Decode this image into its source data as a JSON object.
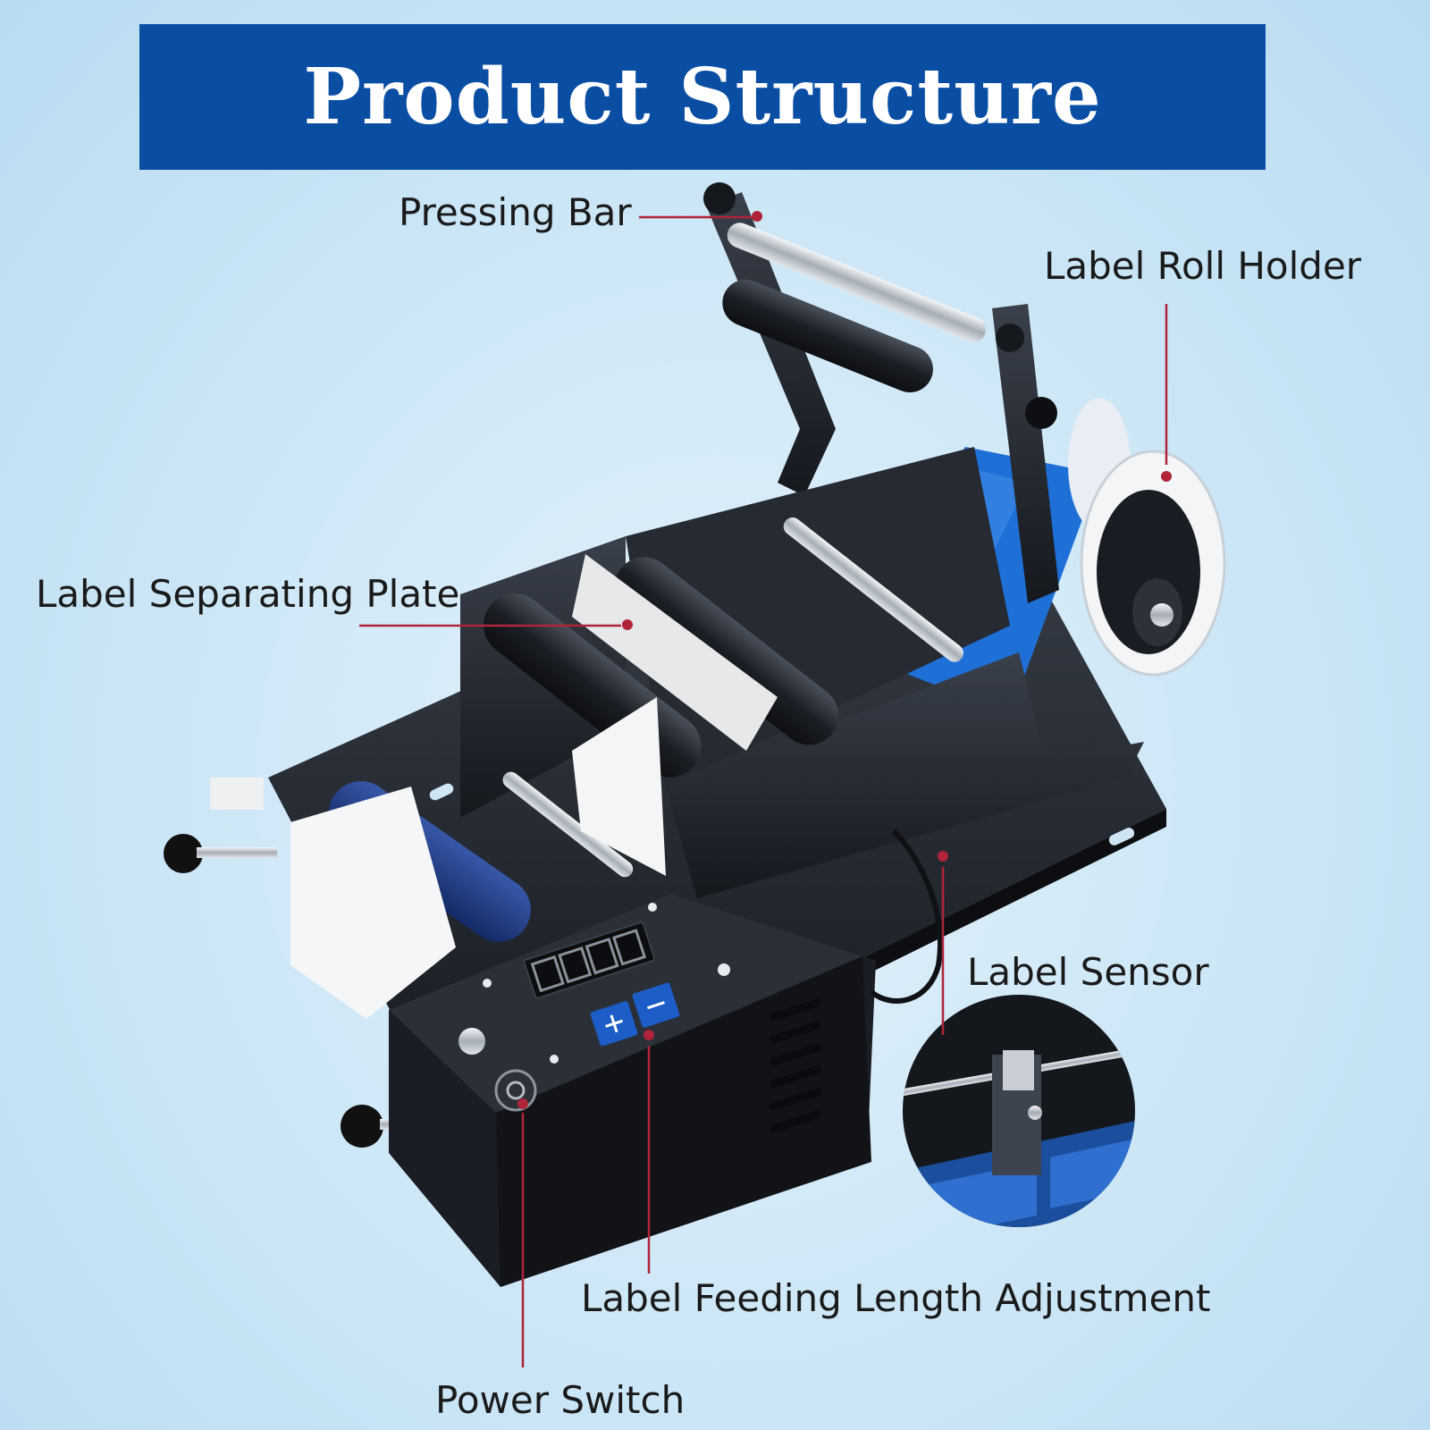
{
  "title": "Product Structure",
  "labels": {
    "pressing_bar": "Pressing Bar",
    "label_roll_holder": "Label Roll Holder",
    "label_separating_plate": "Label Separating Plate",
    "label_sensor": "Label Sensor",
    "label_feeding_length_adjustment": "Label Feeding Length Adjustment",
    "power_switch": "Power Switch"
  },
  "colors": {
    "banner": "#0a4ea3",
    "leader": "#b0243a",
    "machine": "#1f232b",
    "label_roll": "#1e6fd6"
  }
}
